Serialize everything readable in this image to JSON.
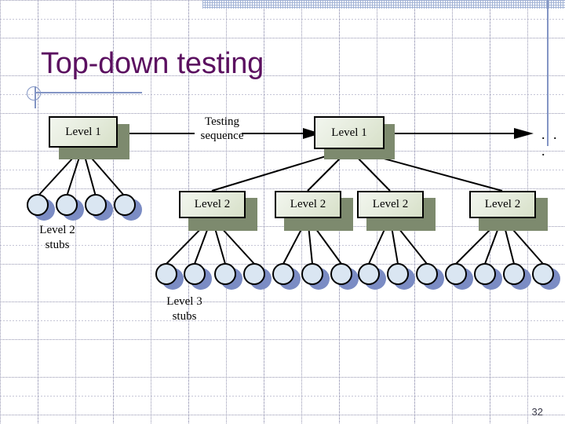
{
  "slide": {
    "title": "Top-down testing",
    "page_number": "32",
    "accent_color": "#5b1060",
    "rule_color": "#8395c4",
    "box_fill": "#e7eddf",
    "box_shadow": "#7d8a6e",
    "stub_fill": "#dae6f2",
    "stub_shadow": "#7b8cc4"
  },
  "diagram": {
    "sequence_label": "Testing\nsequence",
    "continuation": ". . .",
    "level2_caption": "Level 2\nstubs",
    "level3_caption": "Level 3\nstubs",
    "level1_nodes": [
      {
        "label": "Level 1"
      },
      {
        "label": "Level 1"
      }
    ],
    "level2_nodes": [
      {
        "label": "Level 2"
      },
      {
        "label": "Level 2"
      },
      {
        "label": "Level 2"
      },
      {
        "label": "Level 2"
      }
    ],
    "level2_stub_count": 4,
    "level3_stub_count": 14
  }
}
